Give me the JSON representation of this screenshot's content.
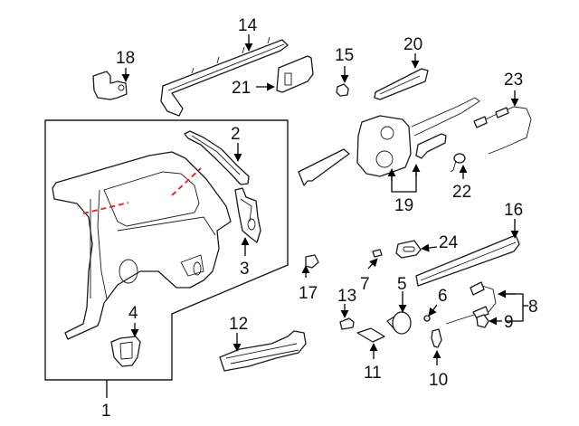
{
  "diagram": {
    "title": "Quarter panel & components exploded parts diagram",
    "accent_color": "#e0302a",
    "line_color": "#1a1a1a",
    "callouts": [
      {
        "id": "1",
        "label": "1"
      },
      {
        "id": "2",
        "label": "2"
      },
      {
        "id": "3",
        "label": "3"
      },
      {
        "id": "4",
        "label": "4"
      },
      {
        "id": "5",
        "label": "5"
      },
      {
        "id": "6",
        "label": "6"
      },
      {
        "id": "7",
        "label": "7"
      },
      {
        "id": "8",
        "label": "8"
      },
      {
        "id": "9",
        "label": "9"
      },
      {
        "id": "10",
        "label": "10"
      },
      {
        "id": "11",
        "label": "11"
      },
      {
        "id": "12",
        "label": "12"
      },
      {
        "id": "13",
        "label": "13"
      },
      {
        "id": "14",
        "label": "14"
      },
      {
        "id": "15",
        "label": "15"
      },
      {
        "id": "16",
        "label": "16"
      },
      {
        "id": "17",
        "label": "17"
      },
      {
        "id": "18",
        "label": "18"
      },
      {
        "id": "19",
        "label": "19"
      },
      {
        "id": "20",
        "label": "20"
      },
      {
        "id": "21",
        "label": "21"
      },
      {
        "id": "22",
        "label": "22"
      },
      {
        "id": "23",
        "label": "23"
      },
      {
        "id": "24",
        "label": "24"
      }
    ]
  }
}
